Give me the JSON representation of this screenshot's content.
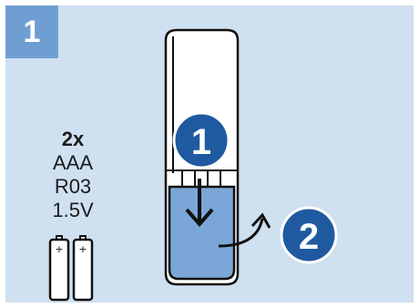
{
  "step_number": "1",
  "battery_spec": {
    "count": "2x",
    "type": "AAA",
    "code": "R03",
    "voltage": "1.5V"
  },
  "battery_plus_sign": "+",
  "callouts": [
    {
      "number": "1",
      "action": "slide-cover-down"
    },
    {
      "number": "2",
      "action": "lift-cover-off"
    }
  ],
  "colors": {
    "background": "#cfe0f1",
    "step_tab": "#6f9fd2",
    "badge": "#1f5aa0",
    "cover": "#7aa7d8",
    "outline": "#1b1b1b"
  },
  "icons": [
    "remote-control",
    "battery-cover",
    "arrow-down",
    "curved-arrow-up"
  ]
}
